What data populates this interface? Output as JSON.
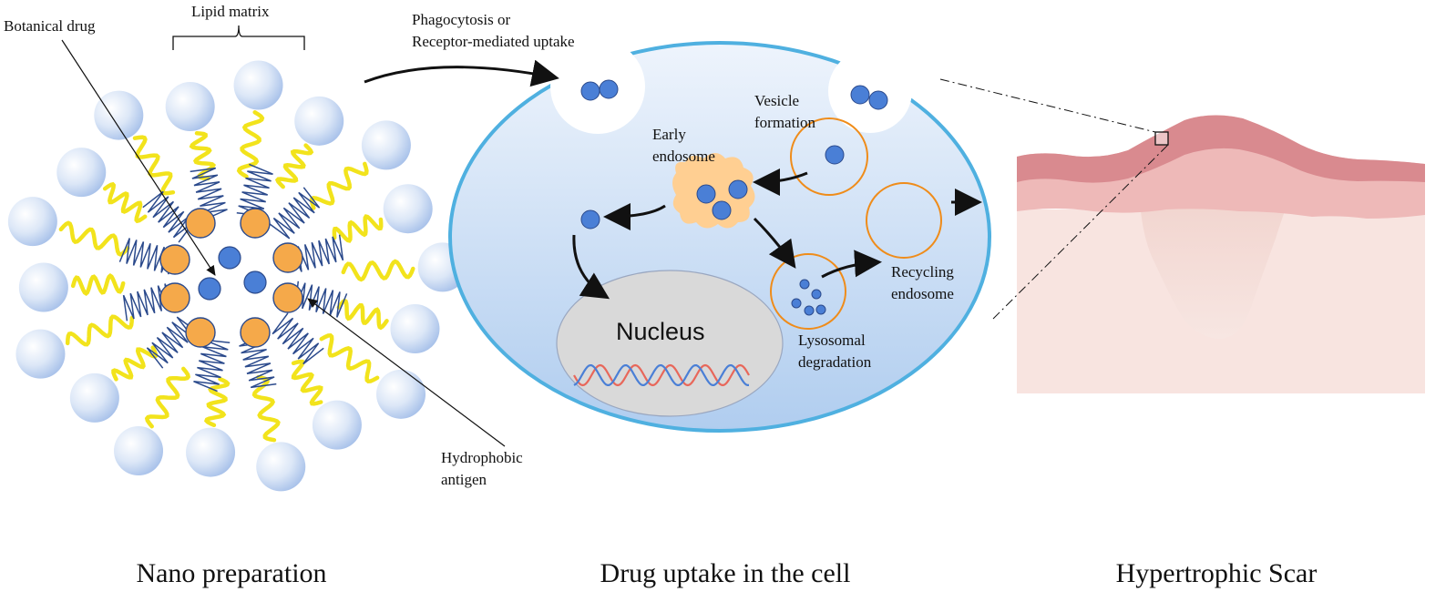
{
  "labels": {
    "botanical_drug": "Botanical drug",
    "lipid_matrix": "Lipid matrix",
    "hydrophobic_antigen_1": "Hydrophobic",
    "hydrophobic_antigen_2": "antigen",
    "phagocytosis_1": "Phagocytosis or",
    "phagocytosis_2": "Receptor-mediated uptake",
    "vesicle_1": "Vesicle",
    "vesicle_2": "formation",
    "early_1": "Early",
    "early_2": "endosome",
    "nucleus": "Nucleus",
    "recycling_1": "Recycling",
    "recycling_2": "endosome",
    "lysosomal_1": "Lysosomal",
    "lysosomal_2": "degradation"
  },
  "captions": {
    "left": "Nano preparation",
    "middle": "Drug uptake in the cell",
    "right": "Hypertrophic Scar"
  },
  "colors": {
    "drug_blue": "#4a7fd6",
    "antigen_orange": "#f5a94a",
    "lipid_yellow": "#f2e31c",
    "chain_navy": "#2b4a8c",
    "cell_border": "#4fb0e0",
    "endosome_ring": "#ef8c1a",
    "scar_dark": "#d98a8f",
    "scar_mid": "#eeb9b8",
    "skin_light": "#f8e4e0"
  }
}
